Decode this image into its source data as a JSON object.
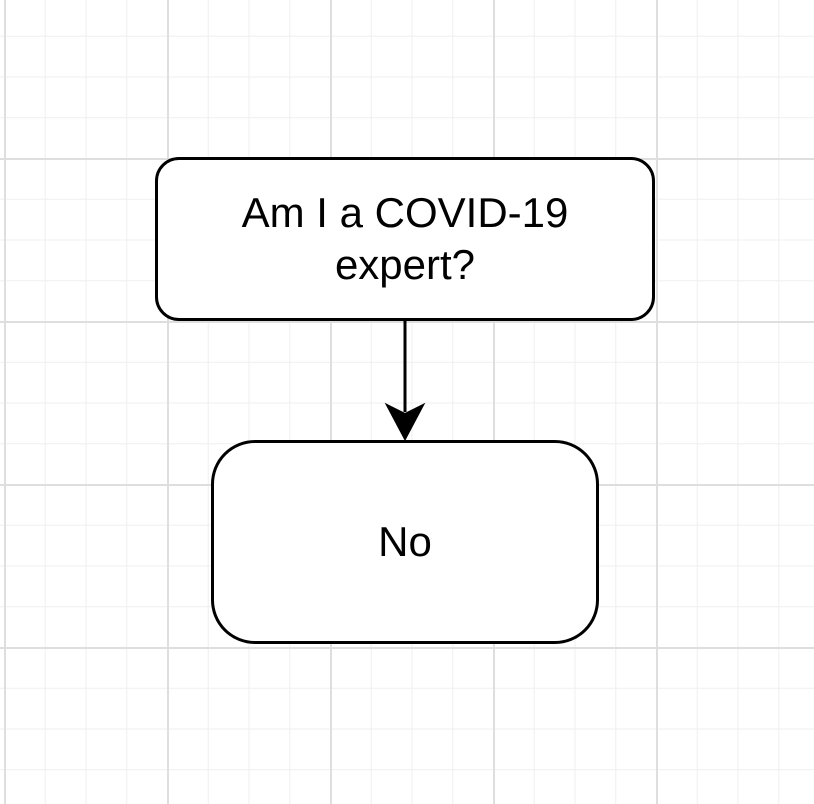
{
  "diagram": {
    "nodes": {
      "question": {
        "label": "Am I a COVID-19 expert?"
      },
      "answer": {
        "label": "No"
      }
    },
    "edges": [
      {
        "from": "question",
        "to": "answer"
      }
    ]
  },
  "colors": {
    "canvas_background": "#ffffff",
    "grid_major": "#dedede",
    "grid_minor": "#efefef",
    "node_fill": "#ffffff",
    "node_border": "#000000",
    "text": "#000000",
    "edge": "#000000"
  }
}
